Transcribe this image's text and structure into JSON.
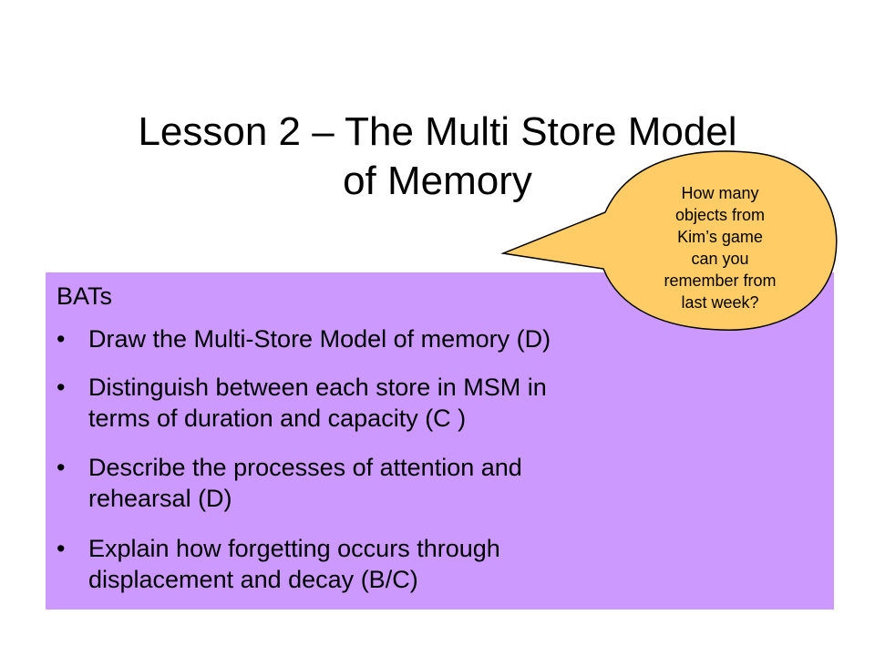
{
  "slide": {
    "title_line1": "Lesson 2 – The Multi Store Model",
    "title_line2": "of Memory",
    "objectives": {
      "heading": "BATs",
      "bullet_symbol": "•",
      "items": [
        {
          "line1": "Draw the Multi-Store Model of memory (D)",
          "line2": ""
        },
        {
          "line1": " Distinguish between each store in MSM in",
          "line2": "terms of duration and capacity (C )"
        },
        {
          "line1": " Describe the processes of attention and",
          "line2": "rehearsal (D)"
        },
        {
          "line1": " Explain how forgetting occurs through",
          "line2": "displacement and decay (B/C)"
        }
      ]
    },
    "callout": {
      "line1": "How many",
      "line2": "objects from",
      "line3": "Kim’s game",
      "line4": "can you",
      "line5": "remember from",
      "line6": "last week?",
      "fill_color": "#ffcc66",
      "stroke_color": "#000000"
    },
    "box_color": "#cc99ff"
  }
}
